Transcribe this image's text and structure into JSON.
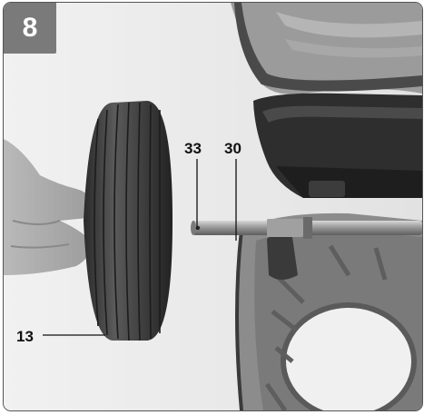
{
  "figure": {
    "step_number": "8",
    "callouts": {
      "axle_end": "33",
      "axle_mark": "30",
      "wheel": "13"
    }
  }
}
